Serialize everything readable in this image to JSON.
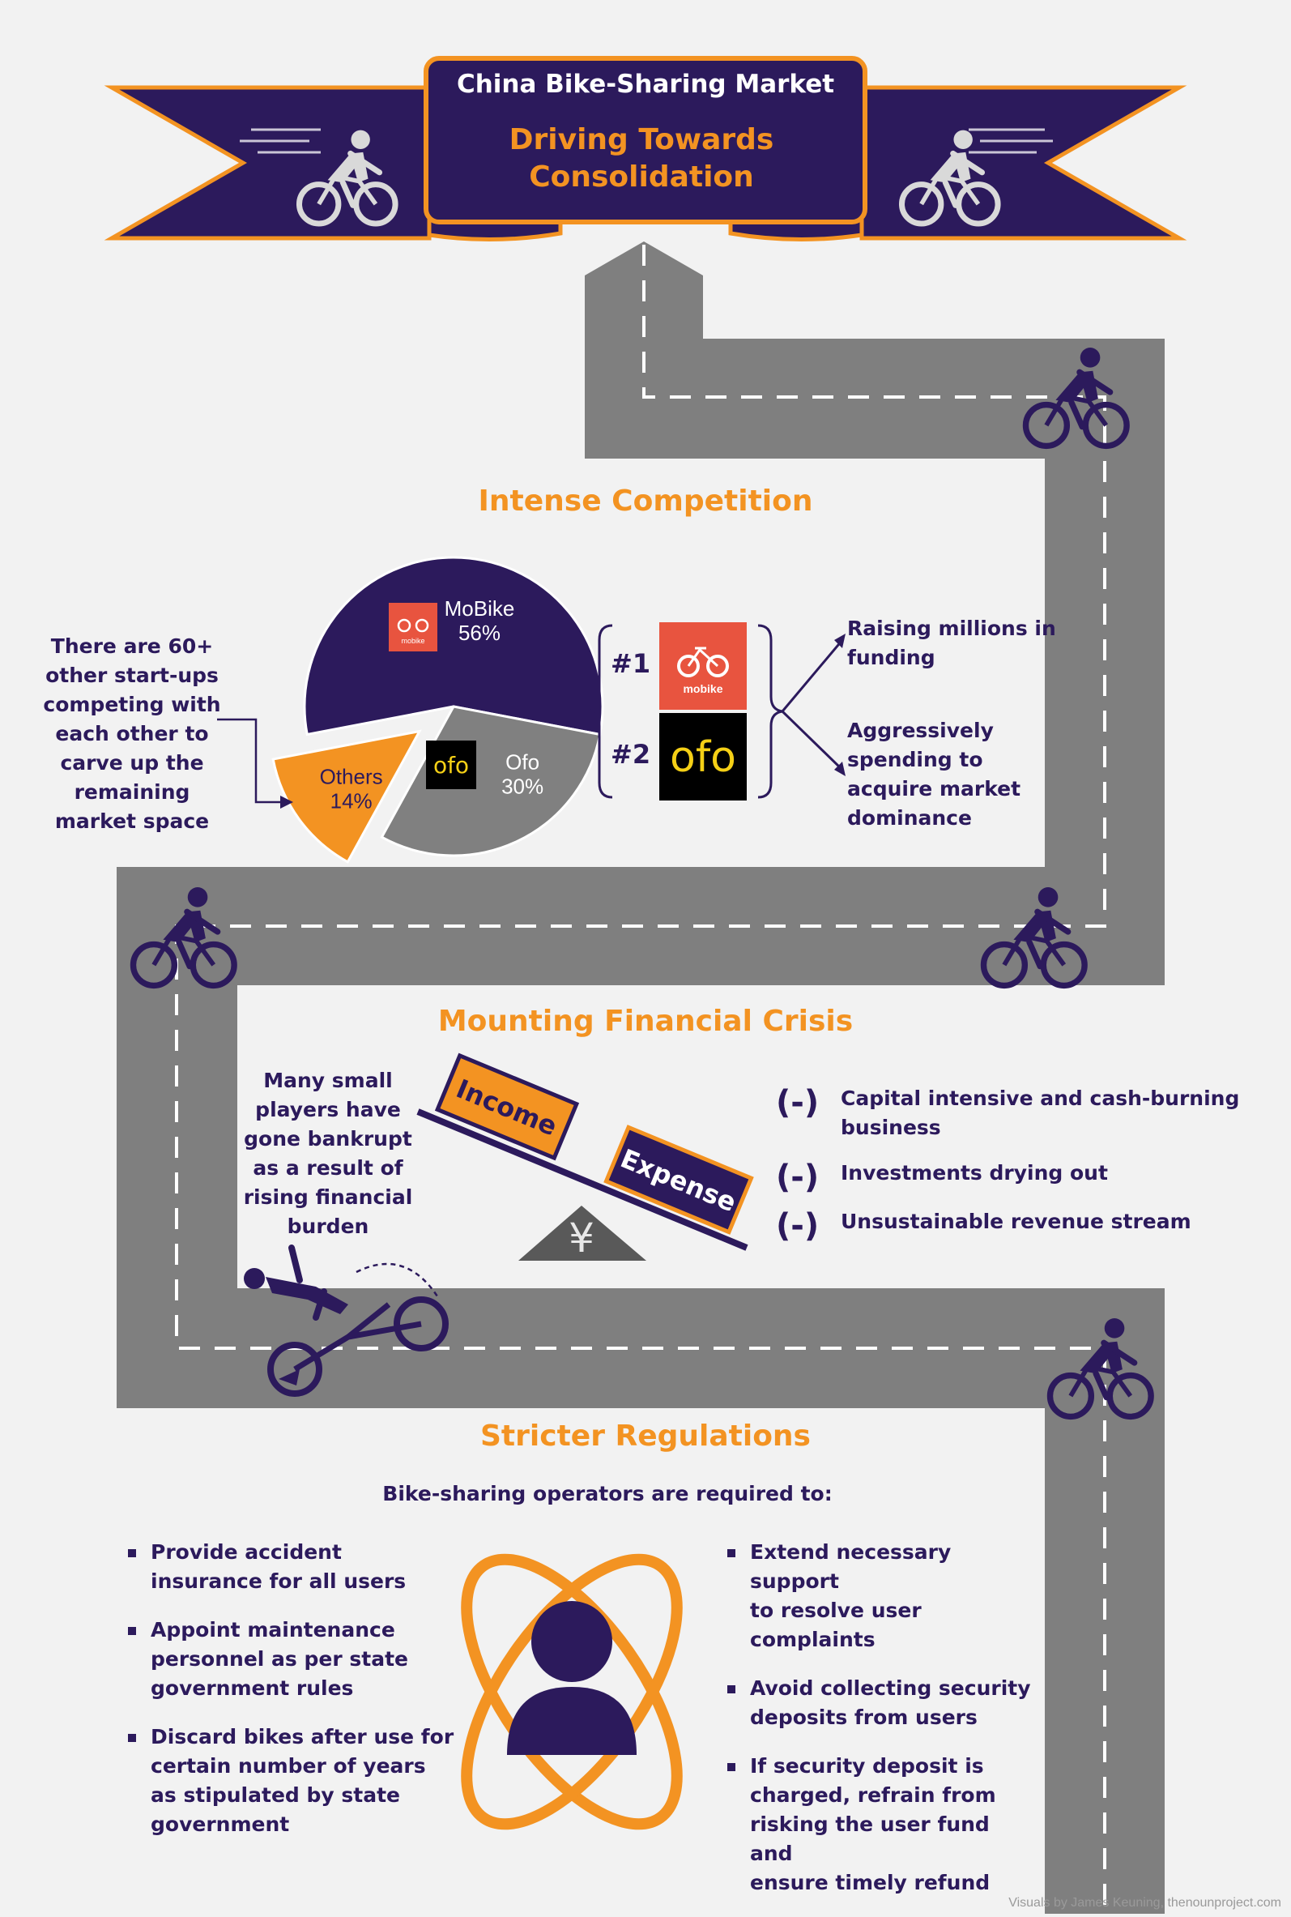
{
  "banner": {
    "title": "China Bike-Sharing Market",
    "subtitle_line1": "Driving Towards",
    "subtitle_line2": "Consolidation"
  },
  "colors": {
    "purple": "#2c1a5c",
    "orange": "#f39322",
    "road": "#7f7f7f",
    "gray_slice": "#808080",
    "mobike_red": "#e8543f",
    "ofo_yellow": "#f5d016"
  },
  "competition": {
    "heading": "Intense Competition",
    "startups_note": [
      "There are 60+",
      "other start-ups",
      "competing with",
      "each other to",
      "carve up the",
      "remaining",
      "market space"
    ],
    "ranks": [
      {
        "rank": "#1",
        "brand_icon": "mobike-logo-icon"
      },
      {
        "rank": "#2",
        "brand_icon": "ofo-logo-icon"
      }
    ],
    "points": [
      [
        "Raising millions in",
        "funding"
      ],
      [
        "Aggressively",
        "spending to",
        "acquire market",
        "dominance"
      ]
    ]
  },
  "chart_data": {
    "type": "pie",
    "title": "",
    "slices": [
      {
        "label": "MoBike",
        "value": 56,
        "value_label": "56%"
      },
      {
        "label": "Ofo",
        "value": 30,
        "value_label": "30%"
      },
      {
        "label": "Others",
        "value": 14,
        "value_label": "14%"
      }
    ],
    "exploded": [
      "Others"
    ],
    "legend": "none"
  },
  "crisis": {
    "heading": "Mounting Financial Crisis",
    "note": [
      "Many small",
      "players have",
      "gone bankrupt",
      "as a result of",
      "rising financial",
      "burden"
    ],
    "scale_left_label": "Income",
    "scale_right_label": "Expense",
    "currency_symbol": "¥",
    "minus_symbol": "(-)",
    "points": [
      [
        "Capital intensive and cash-burning",
        "business"
      ],
      [
        "Investments drying out"
      ],
      [
        "Unsustainable revenue stream"
      ]
    ]
  },
  "regulations": {
    "heading": "Stricter Regulations",
    "intro": "Bike-sharing operators are required to:",
    "left_items": [
      [
        "Provide accident",
        "insurance for all users"
      ],
      [
        "Appoint maintenance",
        "personnel as per state",
        "government rules"
      ],
      [
        "Discard bikes after use for",
        "certain number of years",
        "as stipulated by state",
        "government"
      ]
    ],
    "right_items": [
      [
        "Extend necessary support",
        "to resolve user",
        "complaints"
      ],
      [
        "Avoid collecting security",
        "deposits from users"
      ],
      [
        "If security deposit is",
        "charged, refrain from",
        "risking the user fund and",
        "ensure timely refund"
      ]
    ]
  },
  "icons": [
    "cyclist-icon",
    "fallen-cyclist-icon",
    "person-orbit-icon",
    "mobike-logo-icon",
    "ofo-logo-icon",
    "yen-icon"
  ],
  "credit": "Visuals by James Keuning, thenounproject.com"
}
